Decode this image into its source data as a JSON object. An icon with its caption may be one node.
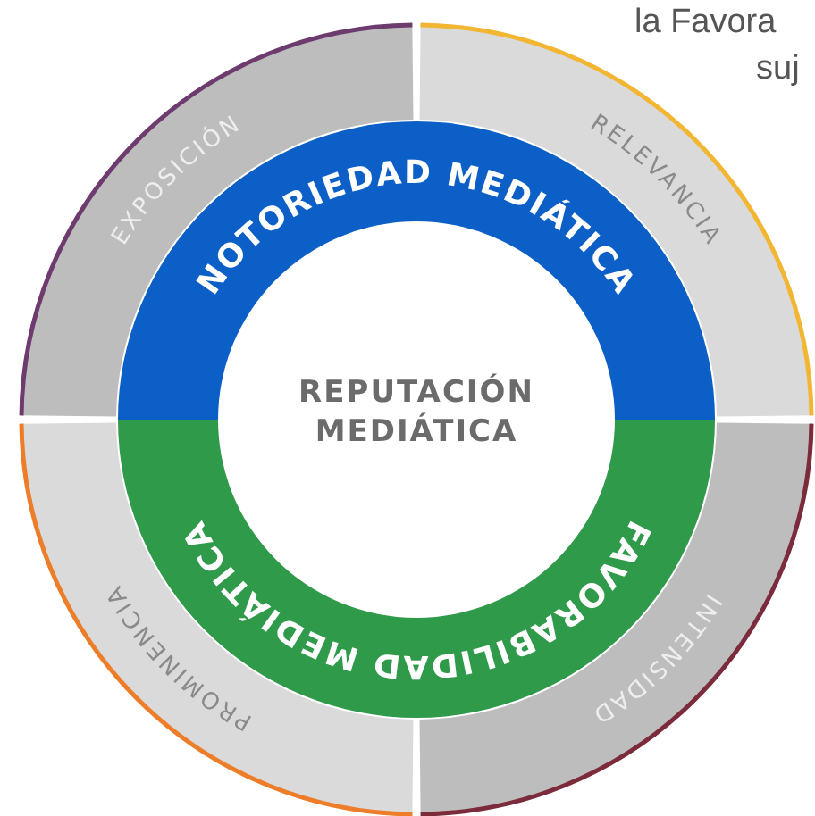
{
  "diagram": {
    "nodes": [
      {
        "text": [
          "EXPOSICIÓN"
        ]
      },
      {
        "text": [
          "RELEVANCIA"
        ]
      },
      {
        "text": [
          "NOTORIEDAD MEDIÁTICA"
        ]
      },
      {
        "text": [
          "REPUTACIÓN MEDIÁTICA"
        ]
      },
      {
        "text": [
          "FAVORABILIDAD MEDIÁTICA"
        ]
      },
      {
        "text": [
          "PROMINENCIA"
        ]
      },
      {
        "text": [
          "INTENSIDAD"
        ]
      }
    ],
    "labels": [
      "la Favora",
      "suj"
    ]
  }
}
